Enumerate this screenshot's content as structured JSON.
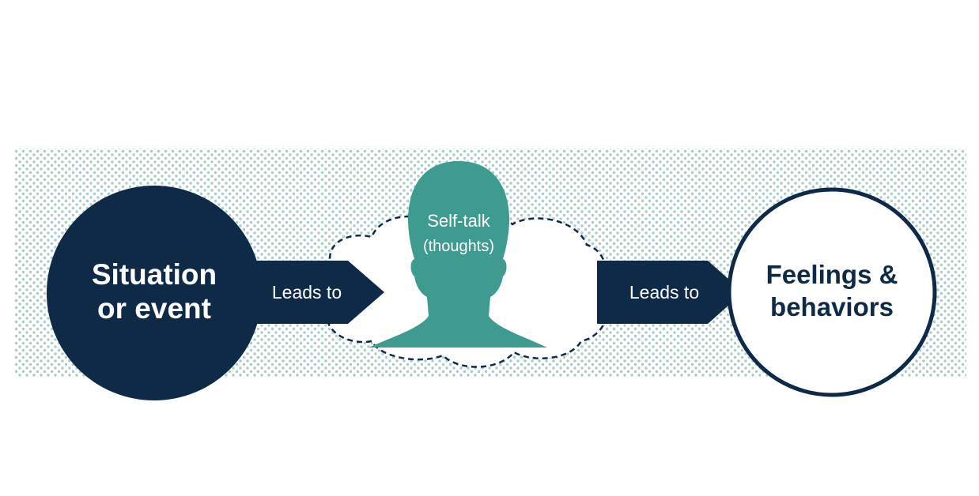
{
  "colors": {
    "navy": "#0e2a47",
    "teal": "#3f9a90",
    "dots": "#a9cdc6",
    "white": "#ffffff"
  },
  "diagram": {
    "situation": {
      "line1": "Situation",
      "line2": "or event"
    },
    "arrow_left": {
      "label": "Leads to"
    },
    "self_talk": {
      "line1": "Self-talk",
      "line2": "(thoughts)"
    },
    "arrow_right": {
      "label": "Leads to"
    },
    "feelings": {
      "line1": "Feelings &",
      "line2": "behaviors"
    }
  }
}
